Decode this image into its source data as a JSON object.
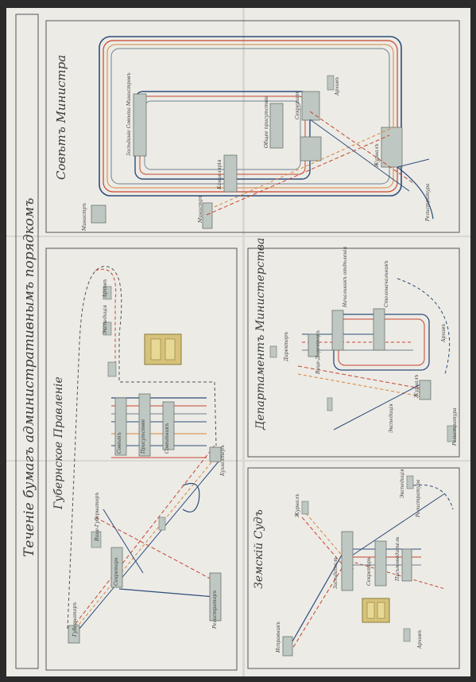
{
  "page": {
    "title": "Теченіе бумагъ административнымъ порядкомъ"
  },
  "panels": {
    "council": {
      "title": "Совѣтъ Министра",
      "labels": {
        "ministry": "Министръ",
        "council_ministers": "Засѣданіе Совѣта Министровъ",
        "chancellery": "Канцелярія",
        "dept_general": "Общее присутствіе",
        "secretary": "Секретарь",
        "journal": "Журналъ",
        "archive": "Архивъ",
        "records": "Регистратура",
        "minister": "Министръ"
      }
    },
    "provincial": {
      "title": "Губернское Правленіе",
      "labels": {
        "governor": "Губернаторъ",
        "vice_governor": "Вице-Губернаторъ",
        "council": "Совѣтъ",
        "presence": "Присутствіе",
        "advisor": "Совѣтникъ",
        "secretary": "Секретарь",
        "registrar": "Регистраторъ",
        "archive": "Архивъ",
        "expedition": "Экспедиція",
        "accountant": "Бухгалтеръ"
      }
    },
    "department": {
      "title": "Департаментъ Министерства",
      "labels": {
        "director": "Директоръ",
        "vice_director": "Вице-Директоръ",
        "head": "Начальникъ отдѣленія",
        "clerk": "Столоначальникъ",
        "journal": "Журналъ",
        "archive": "Архивъ",
        "registry": "Регистратура",
        "expedition": "Экспедиція"
      }
    },
    "zemstvo": {
      "title": "Земскій Судъ",
      "labels": {
        "ispravnik": "Исправникъ",
        "assessor": "Засѣдатель",
        "secretary": "Секретарь",
        "registry": "Регистратура",
        "archive": "Архивъ",
        "clerk": "Письмоводитель",
        "journal": "Журналъ",
        "expedition": "Экспедиція"
      }
    }
  },
  "colors": {
    "paper": "#ecebe6",
    "line_blue": "#2e4d7a",
    "line_red": "#c9452f",
    "line_orange": "#d9843a",
    "line_gray": "#6f7f8d",
    "box_fill": "#bfc7c2",
    "gold": "#d6c27a"
  }
}
